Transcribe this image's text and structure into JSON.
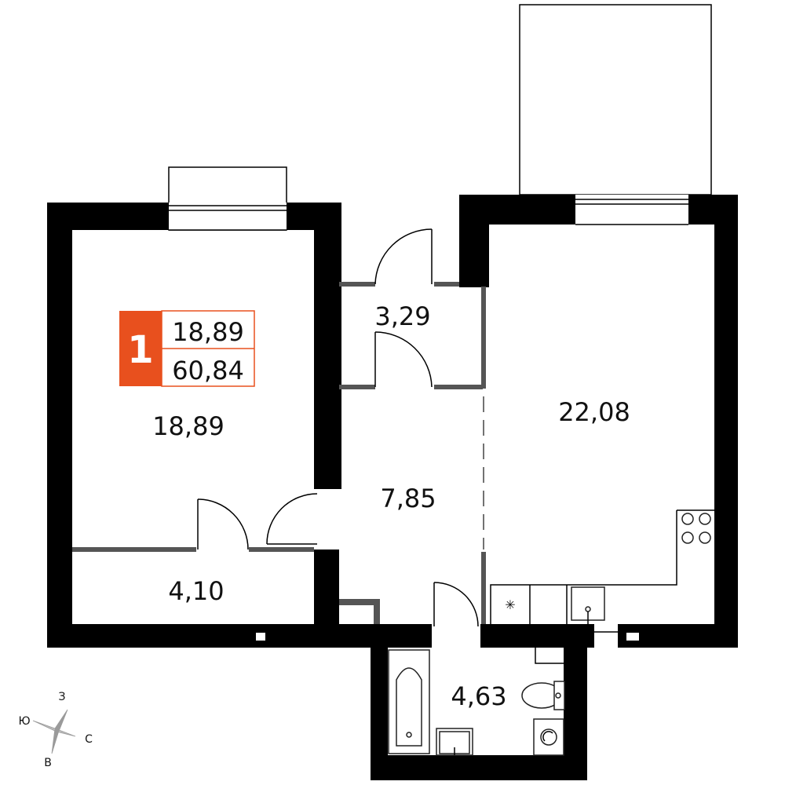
{
  "badge": {
    "rooms": "1",
    "living_area": "18,89",
    "total_area": "60,84",
    "color": "#E8501E"
  },
  "rooms": {
    "bedroom": "18,89",
    "loggia": "4,10",
    "vestibule": "3,29",
    "hall": "7,85",
    "kitchen_living": "22,08",
    "bathroom": "4,63"
  },
  "compass": {
    "north": "З",
    "west": "Ю",
    "south": "В",
    "east": "С"
  },
  "icons": [
    "stove-icon",
    "sink-icon",
    "bathtub-icon",
    "toilet-icon",
    "washing-machine-icon",
    "fridge-icon",
    "compass-icon"
  ]
}
